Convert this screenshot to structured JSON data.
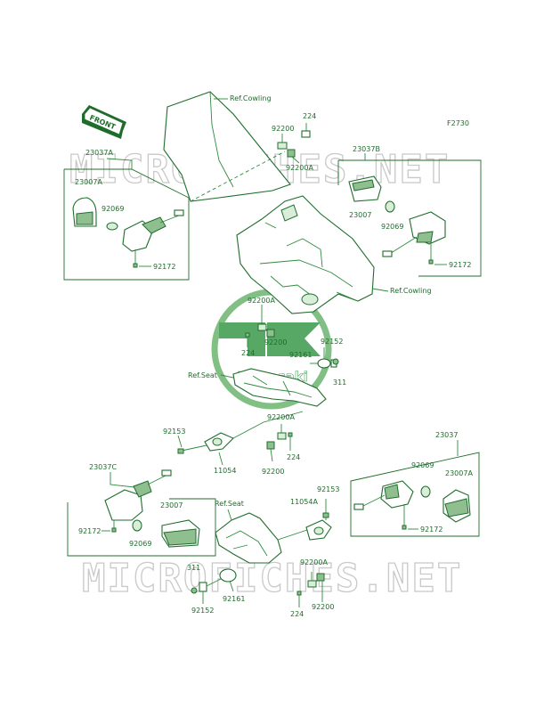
{
  "diagram": {
    "figure_code": "F2730",
    "front_label": "FRONT",
    "watermark_text": "MICROFICHES.NET",
    "logo_text": "Kawasaki",
    "ref_labels": {
      "cowling_top": "Ref.Cowling",
      "cowling_mid": "Ref.Cowling",
      "seat_left": "Ref.Seat",
      "seat_bottom": "Ref.Seat"
    },
    "part_labels": {
      "p23037A": "23037A",
      "p23007A_left": "23007A",
      "p92069_left": "92069",
      "p92172_left": "92172",
      "p224_top": "224",
      "p92200_top": "92200",
      "p92200A_top": "92200A",
      "p23037B": "23037B",
      "p23007_right": "23007",
      "p92069_right": "92069",
      "p92172_right": "92172",
      "p92200A_mid": "92200A",
      "p92200_mid": "92200",
      "p224_mid": "224",
      "p92152_mid": "92152",
      "p92161_mid": "92161",
      "p311_mid": "311",
      "p92200A_low": "92200A",
      "p92153_left": "92153",
      "p11054": "11054",
      "p92200_low": "92200",
      "p224_low": "224",
      "p23037C": "23037C",
      "p92172_lowleft": "92172",
      "p92069_lowleft": "92069",
      "p23007_lowleft": "23007",
      "p23037": "23037",
      "p92069_lowright": "92069",
      "p23007A_lowright": "23007A",
      "p92172_lowright": "92172",
      "p92153_right": "92153",
      "p11054A": "11054A",
      "p311_bottom": "311",
      "p92152_bottom": "92152",
      "p92161_bottom": "92161",
      "p92200A_bottom": "92200A",
      "p224_bottom": "224",
      "p92200_bottom": "92200"
    }
  },
  "colors": {
    "line": "#1f6d2c",
    "watermark": "#c9c9c9",
    "logo_green": "#3a9a4a"
  }
}
